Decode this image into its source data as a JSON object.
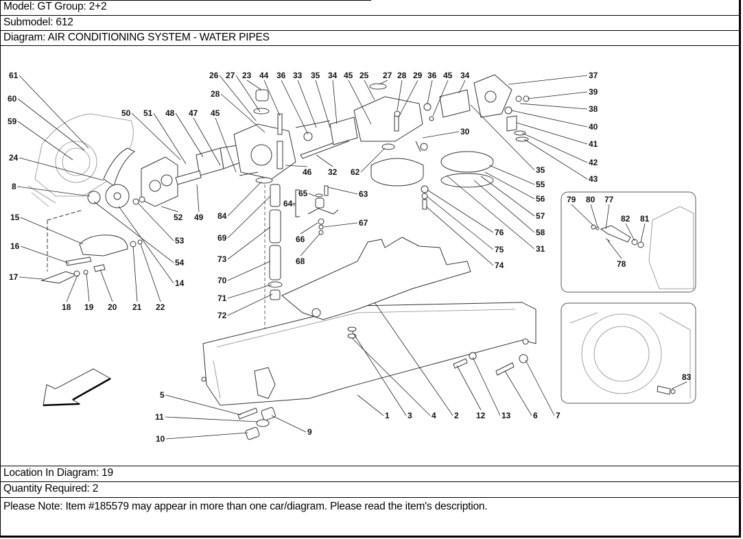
{
  "header": {
    "model": "Model: GT Group: 2+2",
    "submodel": "Submodel: 612",
    "diagram": "Diagram: AIR CONDITIONING SYSTEM - WATER PIPES"
  },
  "footer": {
    "location": "Location In Diagram: 19",
    "quantity": "Quantity Required: 2",
    "note": "Please Note: Item #185579 may appear in more than one car/diagram. Please read the item's description."
  },
  "diagram": {
    "callouts": [
      {
        "id": "61",
        "label": "61"
      },
      {
        "id": "60",
        "label": "60"
      },
      {
        "id": "59",
        "label": "59"
      },
      {
        "id": "24",
        "label": "24"
      },
      {
        "id": "8",
        "label": "8"
      },
      {
        "id": "15",
        "label": "15"
      },
      {
        "id": "16",
        "label": "16"
      },
      {
        "id": "17",
        "label": "17"
      },
      {
        "id": "18",
        "label": "18"
      },
      {
        "id": "19",
        "label": "19"
      },
      {
        "id": "20",
        "label": "20"
      },
      {
        "id": "21",
        "label": "21"
      },
      {
        "id": "22",
        "label": "22"
      },
      {
        "id": "14",
        "label": "14"
      },
      {
        "id": "54",
        "label": "54"
      },
      {
        "id": "53",
        "label": "53"
      },
      {
        "id": "52",
        "label": "52"
      },
      {
        "id": "49",
        "label": "49"
      },
      {
        "id": "50",
        "label": "50"
      },
      {
        "id": "51",
        "label": "51"
      },
      {
        "id": "48",
        "label": "48"
      },
      {
        "id": "47",
        "label": "47"
      },
      {
        "id": "45a",
        "label": "45"
      },
      {
        "id": "28a",
        "label": "28"
      },
      {
        "id": "26",
        "label": "26"
      },
      {
        "id": "27a",
        "label": "27"
      },
      {
        "id": "23",
        "label": "23"
      },
      {
        "id": "44",
        "label": "44"
      },
      {
        "id": "36a",
        "label": "36"
      },
      {
        "id": "33",
        "label": "33"
      },
      {
        "id": "35a",
        "label": "35"
      },
      {
        "id": "34a",
        "label": "34"
      },
      {
        "id": "45b",
        "label": "45"
      },
      {
        "id": "25",
        "label": "25"
      },
      {
        "id": "27b",
        "label": "27"
      },
      {
        "id": "28b",
        "label": "28"
      },
      {
        "id": "29",
        "label": "29"
      },
      {
        "id": "36b",
        "label": "36"
      },
      {
        "id": "45c",
        "label": "45"
      },
      {
        "id": "34b",
        "label": "34"
      },
      {
        "id": "37",
        "label": "37"
      },
      {
        "id": "39",
        "label": "39"
      },
      {
        "id": "38",
        "label": "38"
      },
      {
        "id": "40",
        "label": "40"
      },
      {
        "id": "41",
        "label": "41"
      },
      {
        "id": "42",
        "label": "42"
      },
      {
        "id": "43",
        "label": "43"
      },
      {
        "id": "30",
        "label": "30"
      },
      {
        "id": "46",
        "label": "46"
      },
      {
        "id": "32",
        "label": "32"
      },
      {
        "id": "62",
        "label": "62"
      },
      {
        "id": "35b",
        "label": "35"
      },
      {
        "id": "55",
        "label": "55"
      },
      {
        "id": "56",
        "label": "56"
      },
      {
        "id": "57",
        "label": "57"
      },
      {
        "id": "58",
        "label": "58"
      },
      {
        "id": "31",
        "label": "31"
      },
      {
        "id": "76",
        "label": "76"
      },
      {
        "id": "75",
        "label": "75"
      },
      {
        "id": "74",
        "label": "74"
      },
      {
        "id": "84",
        "label": "84"
      },
      {
        "id": "69",
        "label": "69"
      },
      {
        "id": "73",
        "label": "73"
      },
      {
        "id": "70",
        "label": "70"
      },
      {
        "id": "71",
        "label": "71"
      },
      {
        "id": "72",
        "label": "72"
      },
      {
        "id": "65",
        "label": "65"
      },
      {
        "id": "64",
        "label": "64"
      },
      {
        "id": "63",
        "label": "63"
      },
      {
        "id": "67",
        "label": "67"
      },
      {
        "id": "66",
        "label": "66"
      },
      {
        "id": "68",
        "label": "68"
      },
      {
        "id": "79",
        "label": "79"
      },
      {
        "id": "80",
        "label": "80"
      },
      {
        "id": "77",
        "label": "77"
      },
      {
        "id": "82",
        "label": "82"
      },
      {
        "id": "81",
        "label": "81"
      },
      {
        "id": "78",
        "label": "78"
      },
      {
        "id": "83",
        "label": "83"
      },
      {
        "id": "5",
        "label": "5"
      },
      {
        "id": "11",
        "label": "11"
      },
      {
        "id": "10",
        "label": "10"
      },
      {
        "id": "9",
        "label": "9"
      },
      {
        "id": "1",
        "label": "1"
      },
      {
        "id": "3",
        "label": "3"
      },
      {
        "id": "4",
        "label": "4"
      },
      {
        "id": "2",
        "label": "2"
      },
      {
        "id": "12",
        "label": "12"
      },
      {
        "id": "13",
        "label": "13"
      },
      {
        "id": "6",
        "label": "6"
      },
      {
        "id": "7",
        "label": "7"
      }
    ],
    "direction_arrow": "arrow-down-left-icon"
  }
}
